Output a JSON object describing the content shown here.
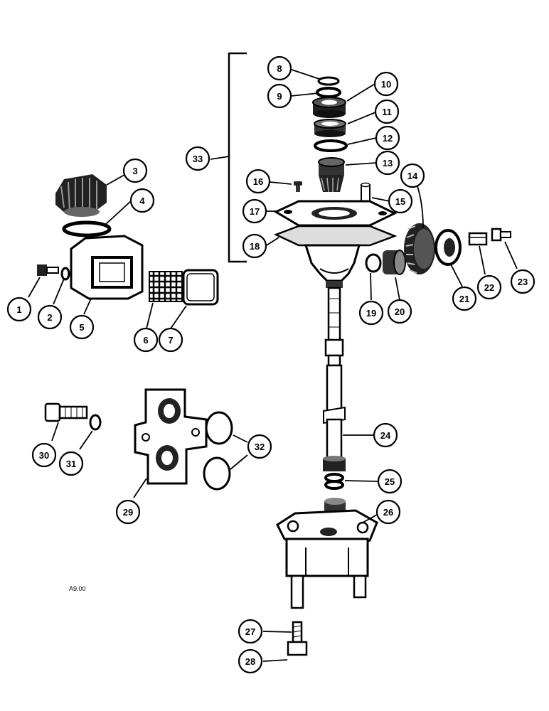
{
  "figure": {
    "reference": "A9.00",
    "callouts": [
      {
        "id": "c1",
        "label": "1"
      },
      {
        "id": "c2",
        "label": "2"
      },
      {
        "id": "c3",
        "label": "3"
      },
      {
        "id": "c4",
        "label": "4"
      },
      {
        "id": "c5",
        "label": "5"
      },
      {
        "id": "c6",
        "label": "6"
      },
      {
        "id": "c7",
        "label": "7"
      },
      {
        "id": "c8",
        "label": "8"
      },
      {
        "id": "c9",
        "label": "9"
      },
      {
        "id": "c10",
        "label": "10"
      },
      {
        "id": "c11",
        "label": "11"
      },
      {
        "id": "c12",
        "label": "12"
      },
      {
        "id": "c13",
        "label": "13"
      },
      {
        "id": "c14",
        "label": "14"
      },
      {
        "id": "c15",
        "label": "15"
      },
      {
        "id": "c16",
        "label": "16"
      },
      {
        "id": "c17",
        "label": "17"
      },
      {
        "id": "c18",
        "label": "18"
      },
      {
        "id": "c19",
        "label": "19"
      },
      {
        "id": "c20",
        "label": "20"
      },
      {
        "id": "c21",
        "label": "21"
      },
      {
        "id": "c22",
        "label": "22"
      },
      {
        "id": "c23",
        "label": "23"
      },
      {
        "id": "c24",
        "label": "24"
      },
      {
        "id": "c25",
        "label": "25"
      },
      {
        "id": "c26",
        "label": "26"
      },
      {
        "id": "c27",
        "label": "27"
      },
      {
        "id": "c28",
        "label": "28"
      },
      {
        "id": "c29",
        "label": "29"
      },
      {
        "id": "c30",
        "label": "30"
      },
      {
        "id": "c31",
        "label": "31"
      },
      {
        "id": "c32",
        "label": "32"
      },
      {
        "id": "c33",
        "label": "33"
      }
    ]
  }
}
